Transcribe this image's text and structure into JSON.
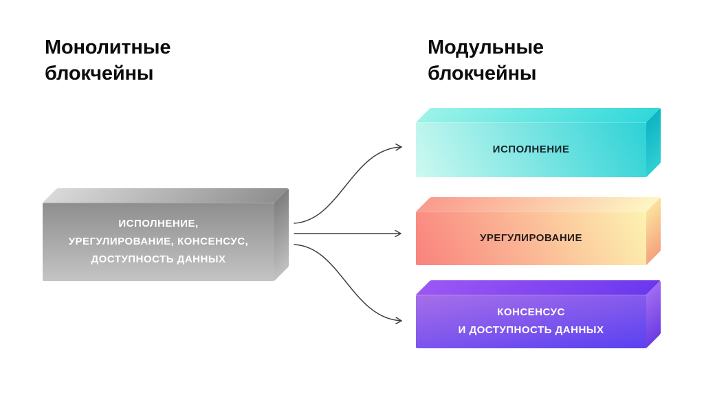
{
  "titles": {
    "monolithic": "Монолитные\nблокчейны",
    "modular": "Модульные\nблокчейны"
  },
  "monolithic_box": {
    "label": "ИСПОЛНЕНИЕ,\nУРЕГУЛИРОВАНИЕ, КОНСЕНСУС,\nДОСТУПНОСТЬ ДАННЫХ",
    "label_color": "#ffffff",
    "colors": {
      "top_a": "#d9d9d9",
      "top_b": "#8f8f8f",
      "front_a": "#8e8e8e",
      "front_b": "#c4c4c4",
      "side_a": "#7f7f7f",
      "side_b": "#c0c0c0"
    }
  },
  "modular_boxes": [
    {
      "name": "execution",
      "label": "ИСПОЛНЕНИЕ",
      "label_color": "#15232b",
      "colors": {
        "top_a": "#9cf3e8",
        "top_b": "#30d8da",
        "front_a": "#cdf9f0",
        "front_b": "#2dd2d6",
        "side_a": "#0fb4c4",
        "side_b": "#30cfd2"
      }
    },
    {
      "name": "settlement",
      "label": "УРЕГУЛИРОВАНИЕ",
      "label_color": "#231a18",
      "colors": {
        "top_a": "#fa9b8d",
        "top_b": "#fdf6c4",
        "front_a": "#f9827d",
        "front_b": "#fdf3b0",
        "side_a": "#fbe19d",
        "side_b": "#f5a37f"
      }
    },
    {
      "name": "consensus-data",
      "label": "КОНСЕНСУС\nИ ДОСТУПНОСТЬ ДАННЫХ",
      "label_color": "#ffffff",
      "colors": {
        "top_a": "#9b57f2",
        "top_b": "#6c38ee",
        "front_a": "#a76fe8",
        "front_b": "#5a41f1",
        "side_a": "#a06cf2",
        "side_b": "#6c3be2"
      }
    }
  ],
  "arrows": {
    "color": "#3e3e3e"
  }
}
